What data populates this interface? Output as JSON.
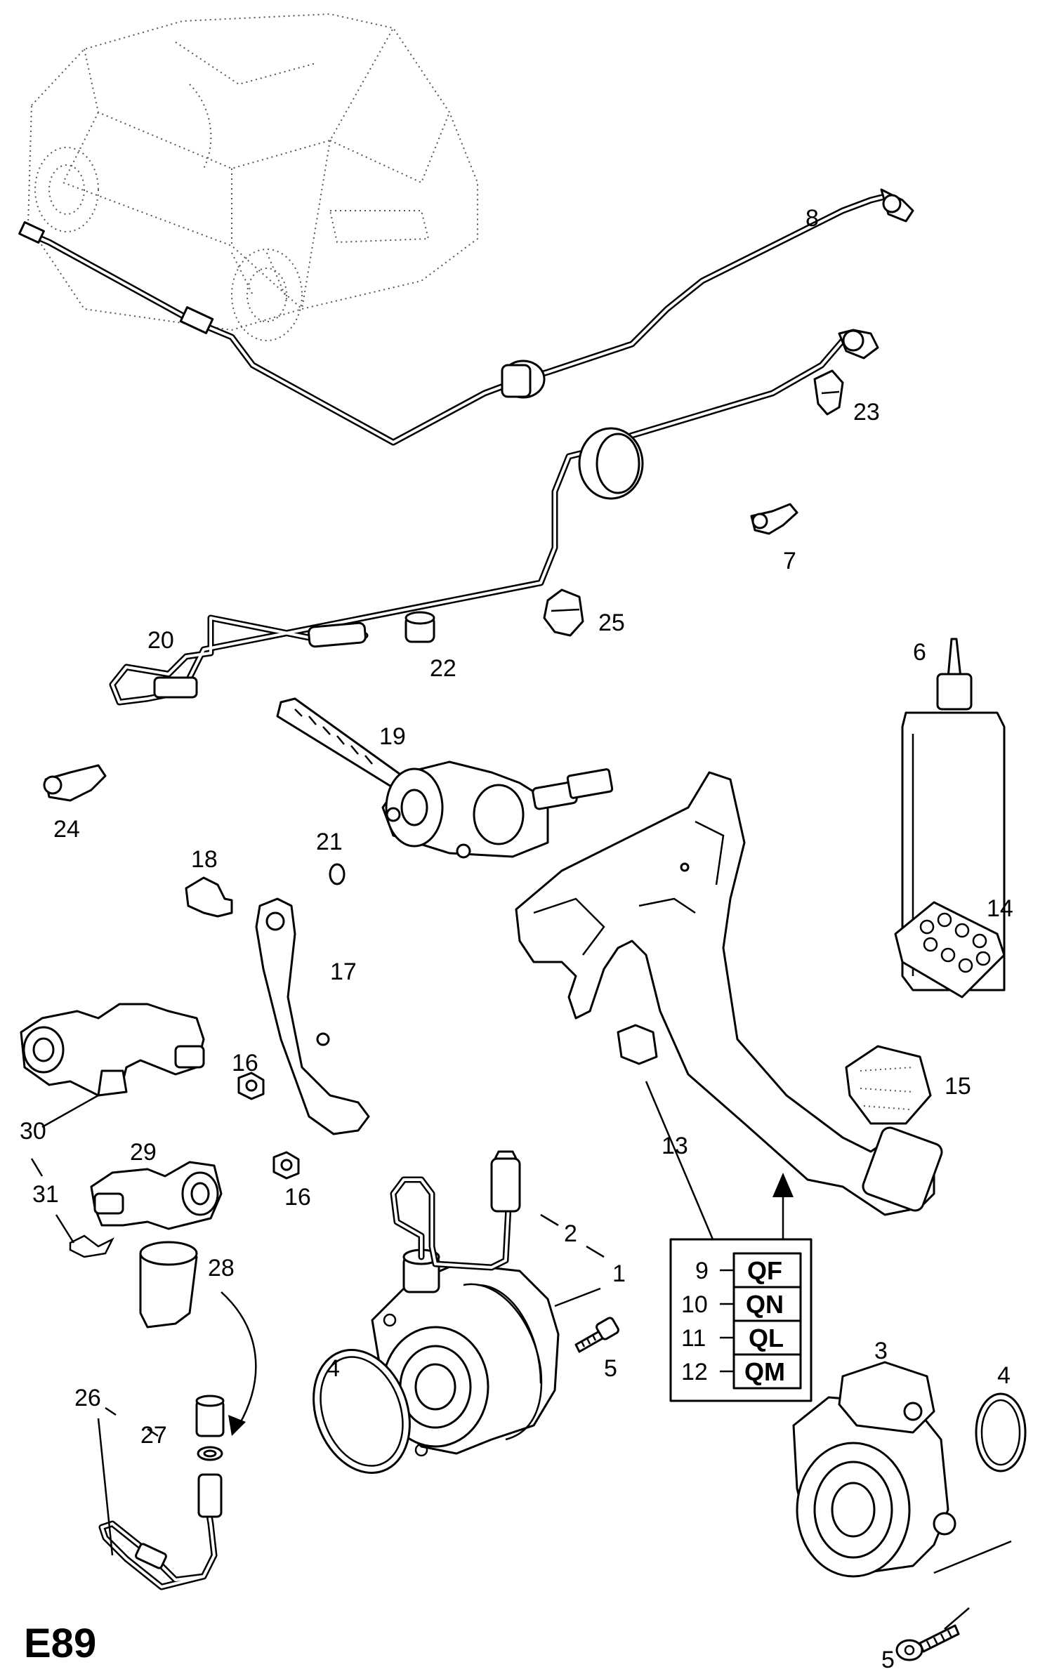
{
  "page": {
    "id": "E89"
  },
  "colors": {
    "ink": "#000000",
    "paper": "#ffffff",
    "ghost": "#555555"
  },
  "callouts": [
    {
      "id": "c1",
      "text": "1"
    },
    {
      "id": "c2",
      "text": "2"
    },
    {
      "id": "c3",
      "text": "3"
    },
    {
      "id": "c4a",
      "text": "4"
    },
    {
      "id": "c4b",
      "text": "4"
    },
    {
      "id": "c5a",
      "text": "5"
    },
    {
      "id": "c5b",
      "text": "5"
    },
    {
      "id": "c6",
      "text": "6"
    },
    {
      "id": "c7",
      "text": "7"
    },
    {
      "id": "c8",
      "text": "8"
    },
    {
      "id": "c13",
      "text": "13"
    },
    {
      "id": "c14",
      "text": "14"
    },
    {
      "id": "c15",
      "text": "15"
    },
    {
      "id": "c16a",
      "text": "16"
    },
    {
      "id": "c16b",
      "text": "16"
    },
    {
      "id": "c17",
      "text": "17"
    },
    {
      "id": "c18",
      "text": "18"
    },
    {
      "id": "c19",
      "text": "19"
    },
    {
      "id": "c20",
      "text": "20"
    },
    {
      "id": "c21",
      "text": "21"
    },
    {
      "id": "c22",
      "text": "22"
    },
    {
      "id": "c23",
      "text": "23"
    },
    {
      "id": "c24",
      "text": "24"
    },
    {
      "id": "c25",
      "text": "25"
    },
    {
      "id": "c26",
      "text": "26"
    },
    {
      "id": "c27",
      "text": "27"
    },
    {
      "id": "c28",
      "text": "28"
    },
    {
      "id": "c29",
      "text": "29"
    },
    {
      "id": "c30",
      "text": "30"
    },
    {
      "id": "c31",
      "text": "31"
    }
  ],
  "code_table": [
    {
      "number": "9",
      "code": "QF"
    },
    {
      "number": "10",
      "code": "QN"
    },
    {
      "number": "11",
      "code": "QL"
    },
    {
      "number": "12",
      "code": "QM"
    }
  ]
}
